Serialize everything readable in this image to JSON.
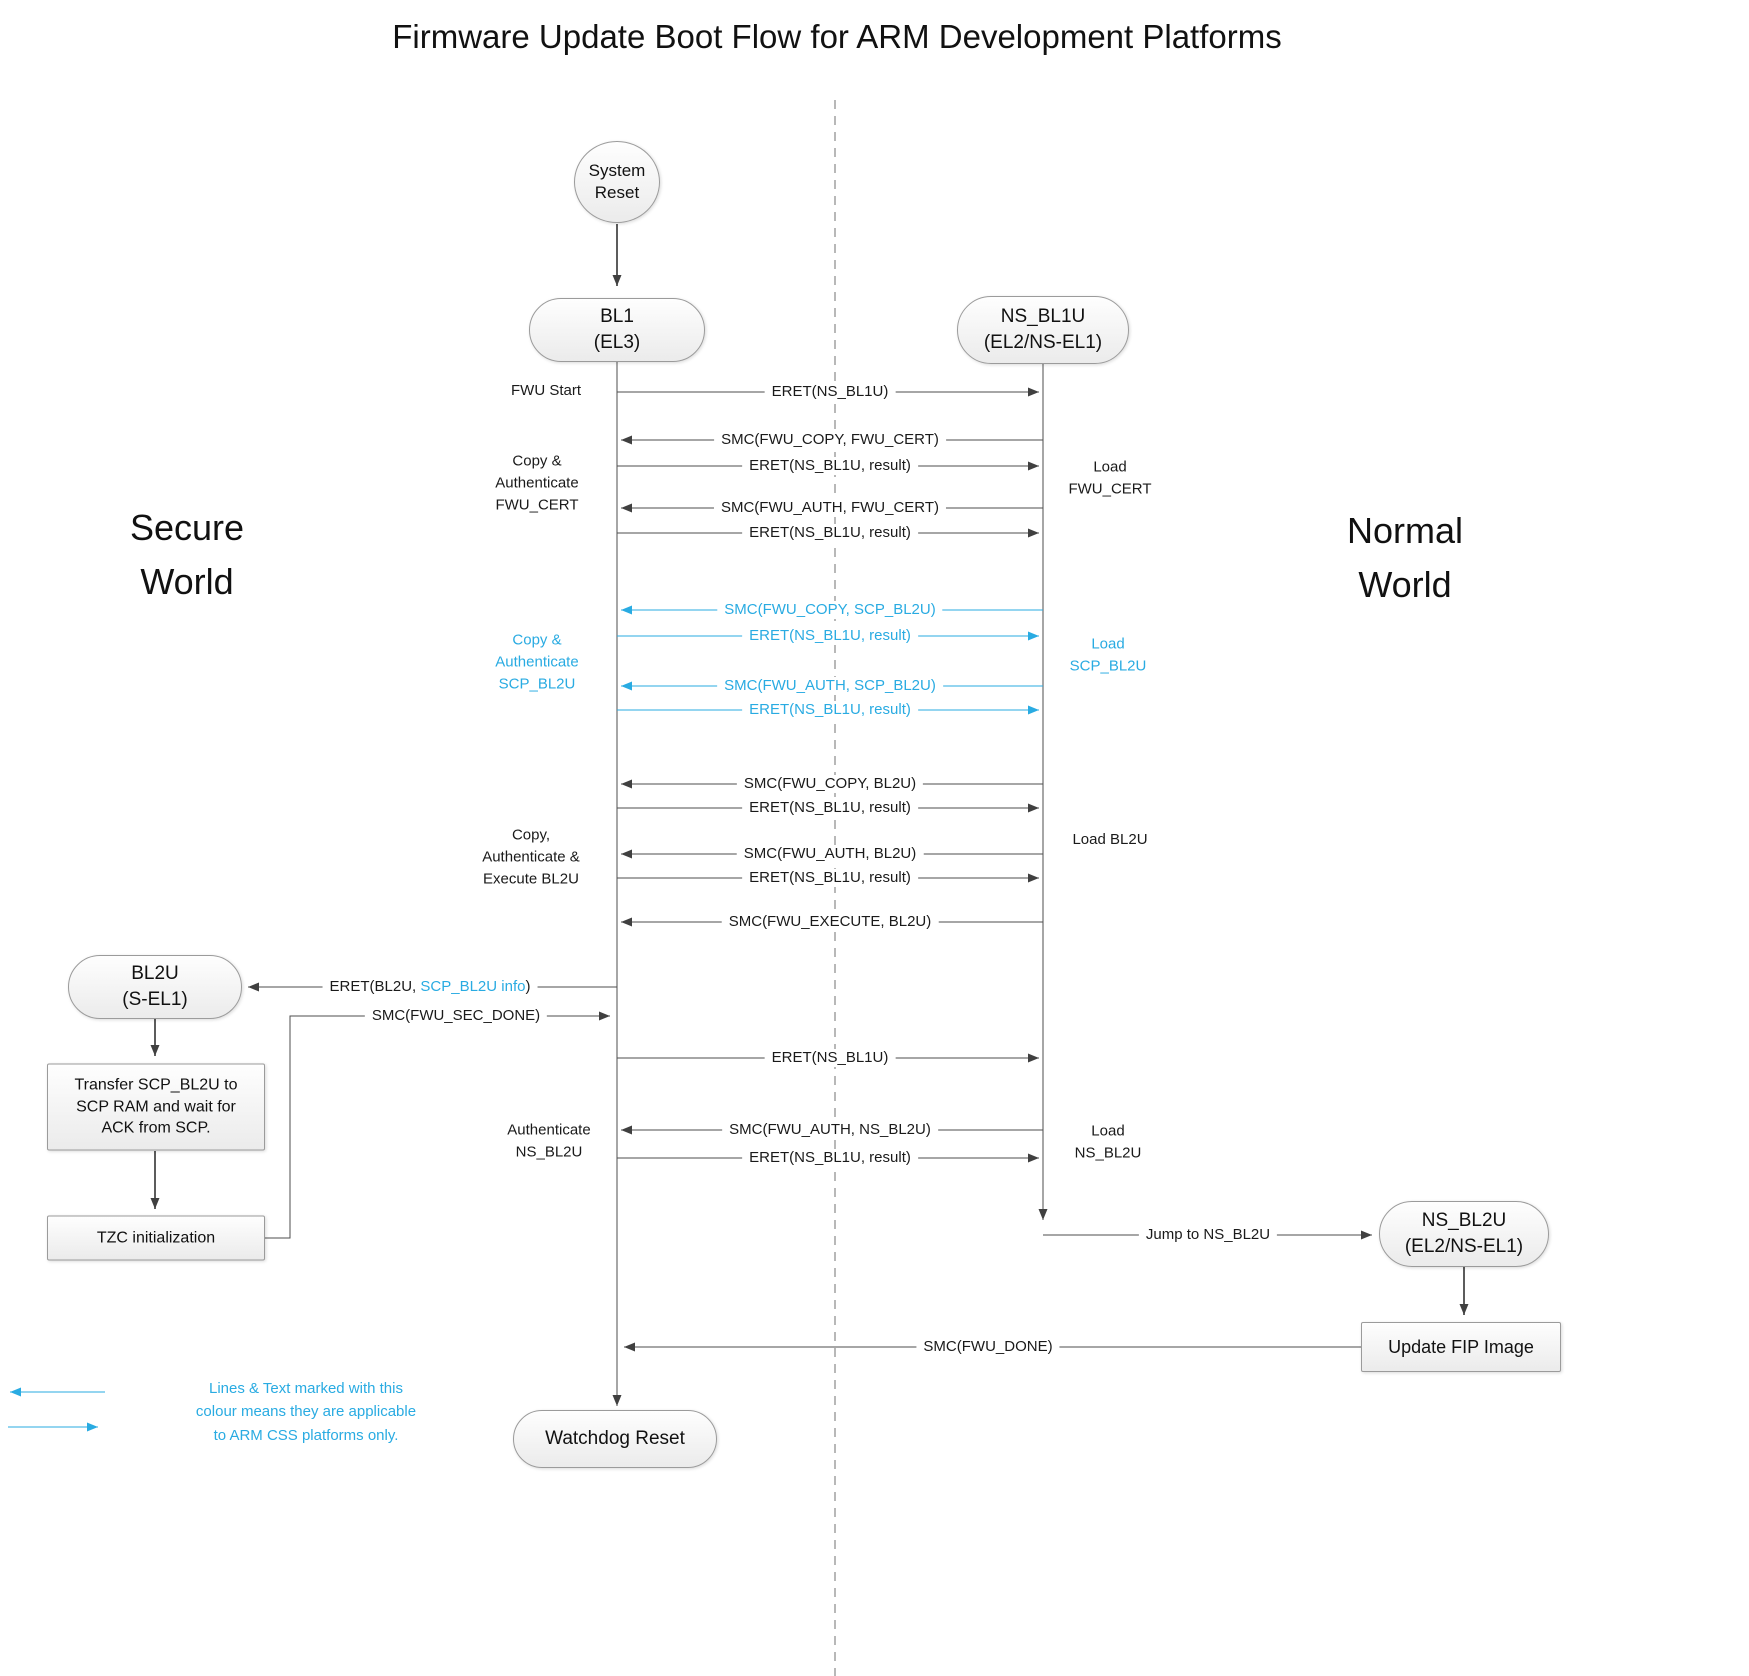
{
  "title": "Firmware Update Boot Flow for ARM Development Platforms",
  "colors": {
    "accent": "#29ABE2",
    "line": "#4d4d4d",
    "text": "#1a1a1a"
  },
  "regions": {
    "secure_world": "Secure\nWorld",
    "normal_world": "Normal\nWorld"
  },
  "nodes": {
    "system_reset": "System\nReset",
    "bl1": "BL1\n(EL3)",
    "ns_bl1u": "NS_BL1U\n(EL2/NS-EL1)",
    "bl2u": "BL2U\n(S-EL1)",
    "transfer_scp": "Transfer SCP_BL2U to\nSCP RAM and wait for\nACK from SCP.",
    "tzc_init": "TZC initialization",
    "ns_bl2u": "NS_BL2U\n(EL2/NS-EL1)",
    "update_fip": "Update FIP Image",
    "watchdog_reset": "Watchdog Reset"
  },
  "side_labels": {
    "fwu_start": "FWU Start",
    "copy_auth_fwu_cert": "Copy &\nAuthenticate\nFWU_CERT",
    "load_fwu_cert": "Load\nFWU_CERT",
    "copy_auth_scp_bl2u": "Copy &\nAuthenticate\nSCP_BL2U",
    "load_scp_bl2u": "Load\nSCP_BL2U",
    "copy_auth_exec_bl2u": "Copy,\nAuthenticate &\nExecute BL2U",
    "load_bl2u": "Load BL2U",
    "authenticate_ns_bl2u": "Authenticate\nNS_BL2U",
    "load_ns_bl2u": "Load\nNS_BL2U",
    "jump_to_ns_bl2u": "Jump to NS_BL2U"
  },
  "messages": {
    "eret_ns_bl1u_1": "ERET(NS_BL1U)",
    "smc_fwu_copy_fwu_cert": "SMC(FWU_COPY, FWU_CERT)",
    "eret_result_1": "ERET(NS_BL1U, result)",
    "smc_fwu_auth_fwu_cert": "SMC(FWU_AUTH, FWU_CERT)",
    "eret_result_2": "ERET(NS_BL1U, result)",
    "smc_fwu_copy_scp_bl2u": "SMC(FWU_COPY, SCP_BL2U)",
    "eret_result_3": "ERET(NS_BL1U, result)",
    "smc_fwu_auth_scp_bl2u": "SMC(FWU_AUTH, SCP_BL2U)",
    "eret_result_4": "ERET(NS_BL1U, result)",
    "smc_fwu_copy_bl2u": "SMC(FWU_COPY, BL2U)",
    "eret_result_5": "ERET(NS_BL1U, result)",
    "smc_fwu_auth_bl2u": "SMC(FWU_AUTH, BL2U)",
    "eret_result_6": "ERET(NS_BL1U, result)",
    "smc_fwu_execute_bl2u": "SMC(FWU_EXECUTE, BL2U)",
    "eret_bl2u_prefix": "ERET(BL2U, ",
    "eret_bl2u_highlight": "SCP_BL2U info",
    "eret_bl2u_suffix": ")",
    "smc_fwu_sec_done": "SMC(FWU_SEC_DONE)",
    "eret_ns_bl1u_2": "ERET(NS_BL1U)",
    "smc_fwu_auth_ns_bl2u": "SMC(FWU_AUTH, NS_BL2U)",
    "eret_result_7": "ERET(NS_BL1U, result)",
    "smc_fwu_done": "SMC(FWU_DONE)"
  },
  "legend": {
    "text": "Lines & Text marked with this\ncolour means they are applicable\nto ARM CSS platforms only."
  }
}
